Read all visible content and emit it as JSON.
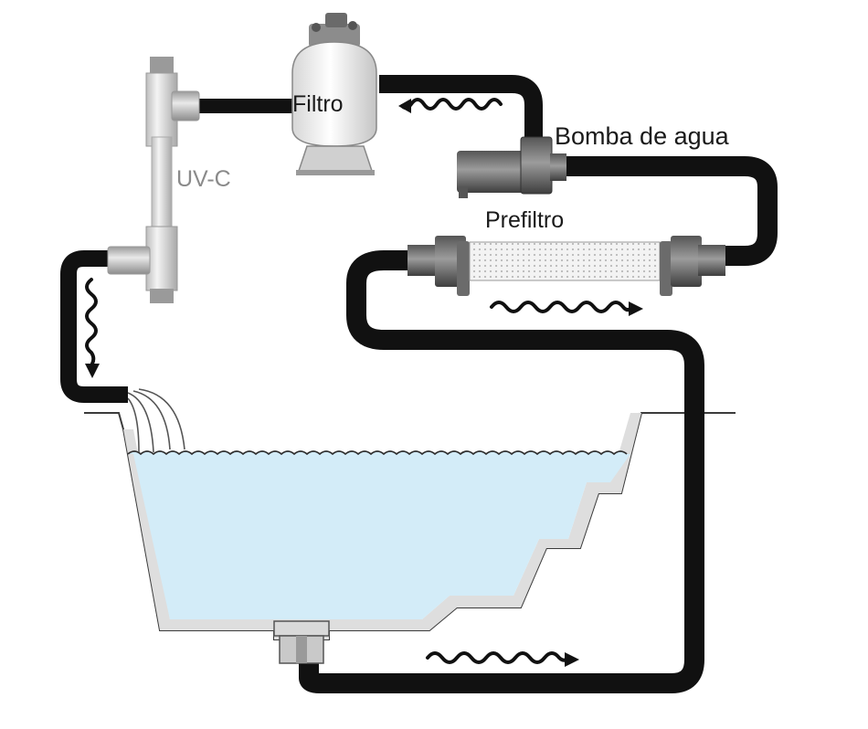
{
  "labels": {
    "filter": "Filtro",
    "pump": "Bomba de agua",
    "prefilter": "Prefiltro",
    "uv": "UV-C"
  },
  "colors": {
    "pipe": "#111111",
    "water": "#d3ecf8",
    "pool_floor": "#dcdcdc",
    "pool_outline": "#444444",
    "fitting_light": "#e6e6e6",
    "fitting_dark": "#6b6b6b"
  },
  "icons": [
    "flow-arrow-icon",
    "wave-arrow-icon"
  ]
}
